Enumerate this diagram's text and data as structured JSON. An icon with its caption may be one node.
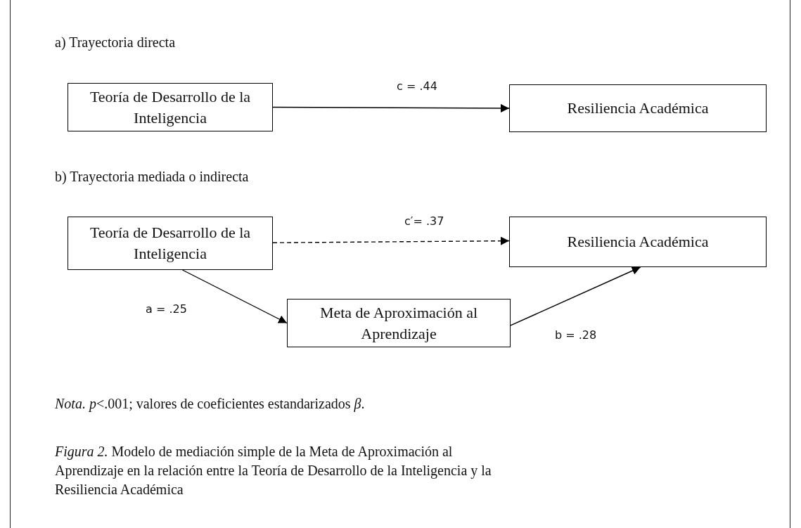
{
  "diagram": {
    "caption": "*Figura 2.* Modelo de mediación simple de la Meta de Aproximación al Aprendizaje en la relación entre la Teoría de Desarrollo de la Inteligencia y la Resiliencia Académica",
    "nodes": [
      {
        "text": [
          "Teoría de Desarrollo de la Inteligencia"
        ]
      },
      {
        "text": [
          "Resiliencia Académica"
        ]
      },
      {
        "text": [
          "Teoría de Desarrollo de la Inteligencia"
        ]
      },
      {
        "text": [
          "Resiliencia Académica"
        ]
      },
      {
        "text": [
          "Meta de Aproximación al Aprendizaje"
        ]
      }
    ],
    "edges": [
      {
        "from": 0,
        "to": 1,
        "arrow": "to",
        "label": "c = .44"
      },
      {
        "from": 2,
        "to": 3,
        "arrow": "to",
        "label": "c′= .37",
        "style": "dashed"
      },
      {
        "from": 2,
        "to": 4,
        "arrow": "to",
        "label": "a = .25"
      },
      {
        "from": 4,
        "to": 3,
        "arrow": "to",
        "label": "b = .28"
      }
    ],
    "labels": [
      "a) Trayectoria directa",
      "b) Trayectoria mediada o indirecta",
      "*Nota. p*<.001; valores de coeficientes estandarizados *β*."
    ]
  }
}
